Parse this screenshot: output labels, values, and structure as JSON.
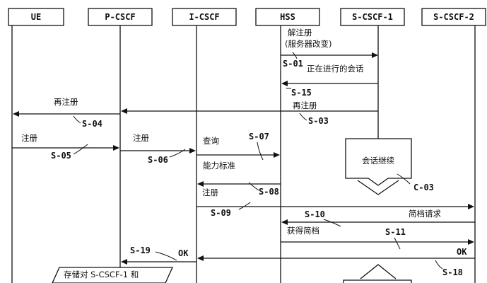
{
  "entities": [
    {
      "id": "ue",
      "label": "UE"
    },
    {
      "id": "pcscf",
      "label": "P-CSCF"
    },
    {
      "id": "icscf",
      "label": "I-CSCF"
    },
    {
      "id": "hss",
      "label": "HSS"
    },
    {
      "id": "scscf1",
      "label": "S-CSCF-1"
    },
    {
      "id": "scscf2",
      "label": "S-CSCF-2"
    }
  ],
  "messages": [
    {
      "id": "m-dereg",
      "text_lines": [
        "解注册",
        "(服务器改变)"
      ]
    },
    {
      "id": "m-ongoing",
      "text_lines": [
        "正在进行的会话"
      ]
    },
    {
      "id": "m-rereg-ue",
      "text_lines": [
        "再注册"
      ]
    },
    {
      "id": "m-rereg-p",
      "text_lines": [
        "再注册"
      ]
    },
    {
      "id": "m-reg-ue",
      "text_lines": [
        "注册"
      ]
    },
    {
      "id": "m-reg-p",
      "text_lines": [
        "注册"
      ]
    },
    {
      "id": "m-query",
      "text_lines": [
        "查询"
      ]
    },
    {
      "id": "m-capability",
      "text_lines": [
        "能力标准"
      ]
    },
    {
      "id": "m-reg-i",
      "text_lines": [
        "注册"
      ]
    },
    {
      "id": "m-profile-req",
      "text_lines": [
        "简档请求"
      ]
    },
    {
      "id": "m-get-profile",
      "text_lines": [
        "获得简档"
      ]
    },
    {
      "id": "m-ok-s2",
      "text_lines": [
        "OK"
      ]
    },
    {
      "id": "m-ok-i",
      "text_lines": [
        "OK"
      ]
    },
    {
      "id": "m-store",
      "text_lines": [
        "存储对 S-CSCF-1 和"
      ]
    }
  ],
  "boxes": [
    {
      "id": "session-continue",
      "label": "会话继续"
    }
  ],
  "steps": [
    "S-01",
    "S-15",
    "S-04",
    "S-03",
    "S-07",
    "S-05",
    "S-06",
    "S-08",
    "C-03",
    "S-09",
    "S-10",
    "S-11",
    "S-19",
    "S-18"
  ]
}
